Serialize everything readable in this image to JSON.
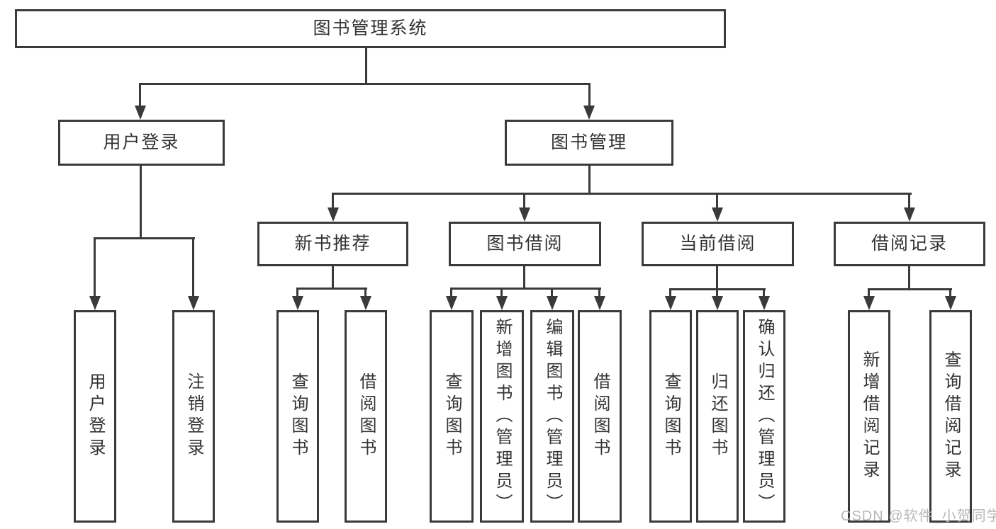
{
  "diagram_type": "hierarchy-tree",
  "hierarchy": {
    "label": "图书管理系统",
    "children": [
      {
        "label": "用户登录",
        "children": [
          {
            "label": "用户登录"
          },
          {
            "label": "注销登录"
          }
        ]
      },
      {
        "label": "图书管理",
        "children": [
          {
            "label": "新书推荐",
            "children": [
              {
                "label": "查询图书"
              },
              {
                "label": "借阅图书"
              }
            ]
          },
          {
            "label": "图书借阅",
            "children": [
              {
                "label": "查询图书"
              },
              {
                "label": "新增图书（管理员）"
              },
              {
                "label": "编辑图书（管理员）"
              },
              {
                "label": "借阅图书"
              }
            ]
          },
          {
            "label": "当前借阅",
            "children": [
              {
                "label": "查询图书"
              },
              {
                "label": "归还图书"
              },
              {
                "label": "确认归还（管理员）"
              }
            ]
          },
          {
            "label": "借阅记录",
            "children": [
              {
                "label": "新增借阅记录"
              },
              {
                "label": "查询借阅记录"
              }
            ]
          }
        ]
      }
    ]
  },
  "watermark": {
    "text": "CSDN @软件_小贺同学"
  },
  "colors": {
    "line": "#3a3a3a",
    "text": "#333333",
    "watermark": "#b5b5b5",
    "background": "#ffffff"
  }
}
